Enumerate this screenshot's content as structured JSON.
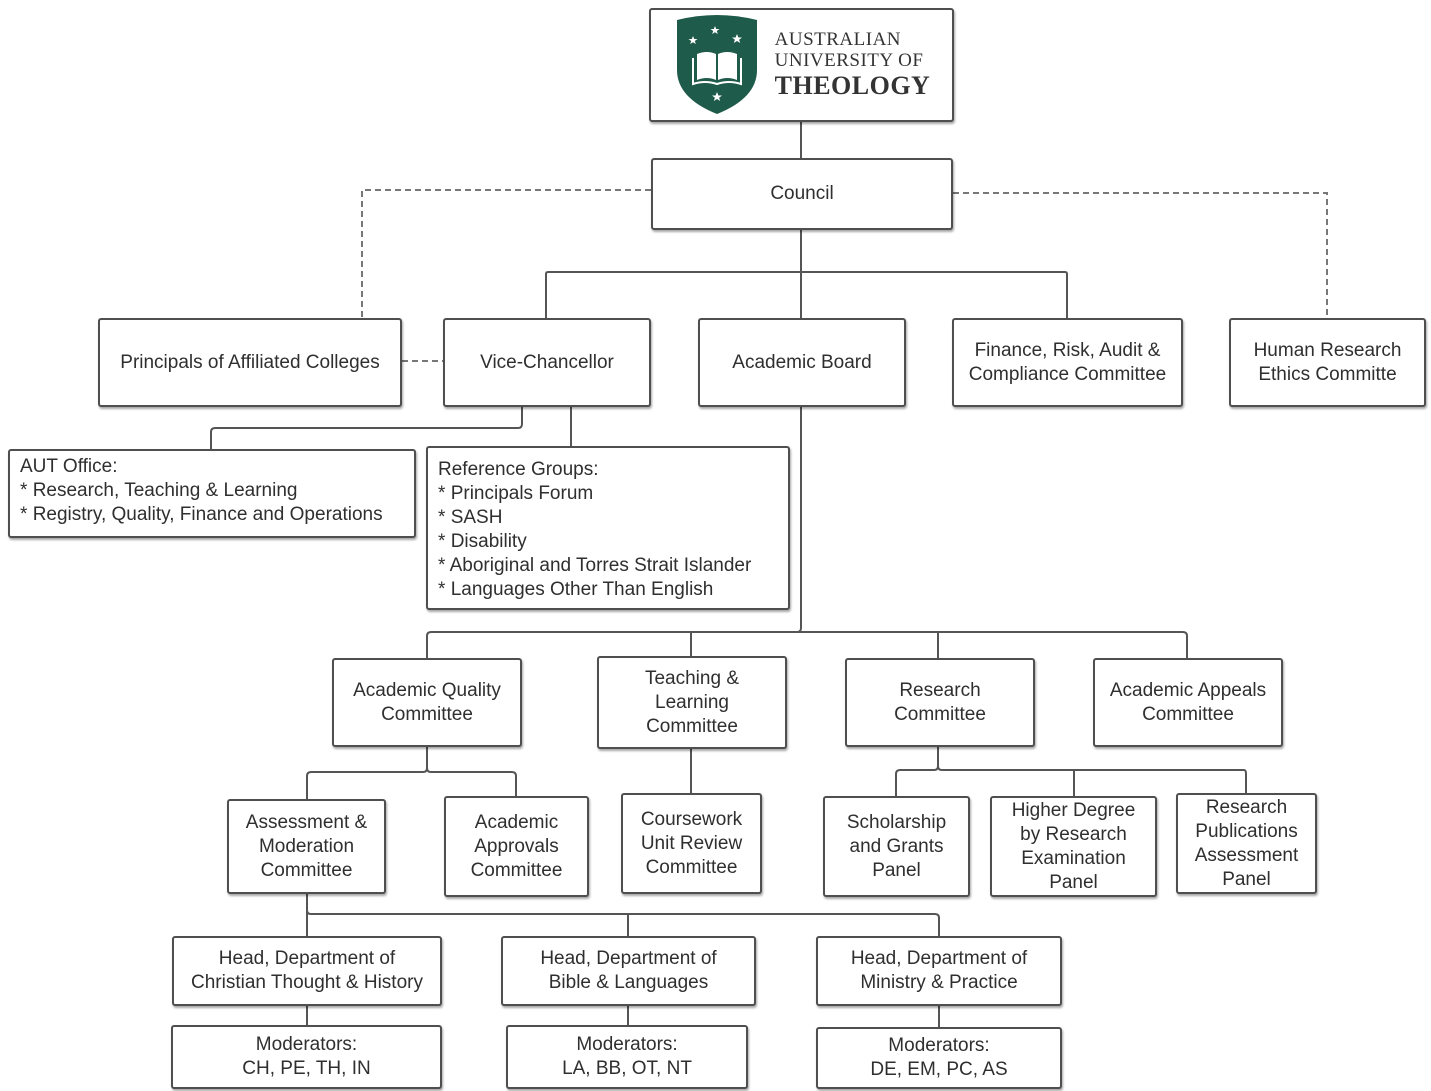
{
  "logo": {
    "line1": "AUSTRALIAN",
    "line2": "UNIVERSITY OF",
    "line3": "THEOLOGY",
    "shield_color": "#1f5b4a",
    "icon": "shield-book-southern-cross-icon"
  },
  "nodes": {
    "council": "Council",
    "principals": "Principals of Affiliated Colleges",
    "vice_chancellor": "Vice-Chancellor",
    "academic_board": "Academic Board",
    "finance": "Finance, Risk, Audit &\nCompliance Committee",
    "hrec": "Human Research\nEthics Committe",
    "aqc": "Academic Quality\nCommittee",
    "tlc": "Teaching &\nLearning\nCommittee",
    "research": "Research\nCommittee",
    "appeals": "Academic Appeals\nCommittee",
    "amc": "Assessment &\nModeration\nCommittee",
    "aac": "Academic\nApprovals\nCommittee",
    "curc": "Coursework\nUnit Review\nCommittee",
    "sgp": "Scholarship\nand Grants\nPanel",
    "hdr": "Higher Degree\nby Research\nExamination\nPanel",
    "rpap": "Research\nPublications\nAssessment\nPanel",
    "head_ct": "Head, Department of\nChristian Thought & History",
    "head_bl": "Head, Department of\nBible & Languages",
    "head_mp": "Head, Department of\nMinistry & Practice",
    "mod_ct": "Moderators:\nCH, PE, TH, IN",
    "mod_bl": "Moderators:\nLA, BB, OT, NT",
    "mod_mp": "Moderators:\nDE, EM, PC, AS"
  },
  "aut_office": {
    "title": "AUT Office:",
    "items": [
      "Research, Teaching & Learning",
      "Registry, Quality, Finance and Operations"
    ]
  },
  "reference_groups": {
    "title": "Reference Groups:",
    "items": [
      "Principals Forum",
      "SASH",
      "Disability",
      "Aboriginal and Torres Strait Islander",
      "Languages Other Than English"
    ]
  },
  "colors": {
    "border": "#4f4f4f",
    "solid_line": "#555555",
    "dashed_line": "#777777",
    "text": "#2f2f2f"
  }
}
